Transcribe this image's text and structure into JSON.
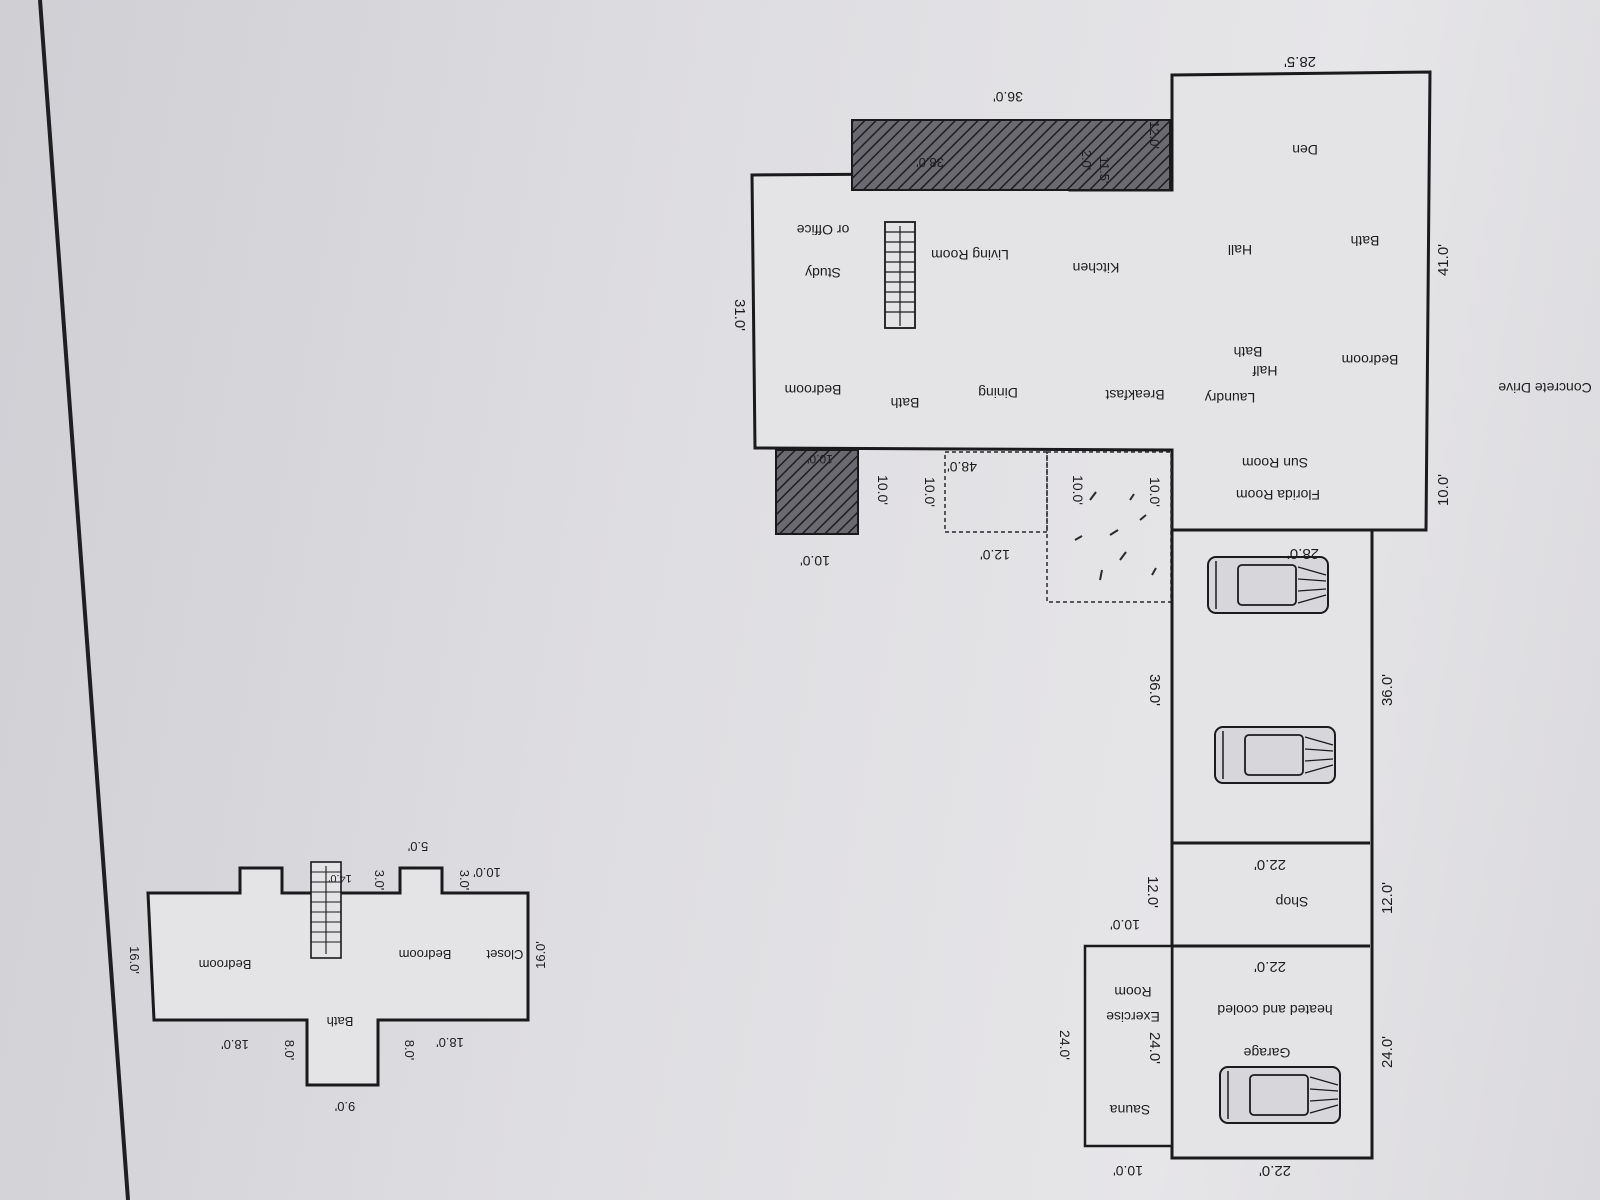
{
  "ground": {
    "concrete_drive": "Concrete Drive",
    "dims": {
      "drive_top": "28.5'",
      "deck_left": "36.0'",
      "patio_bottom": "10.0'"
    }
  },
  "main_floor": {
    "rooms": {
      "den": "Den",
      "bath1": "Bath",
      "hall": "Hall",
      "kitchen": "Kitchen",
      "living": "Living Room",
      "study": "Study",
      "office": "or Office",
      "bedroom1": "Bedroom",
      "half": "Half",
      "half_bath": "Bath",
      "laundry": "Laundry",
      "breakfast": "Breakfast",
      "dining": "Dining",
      "bath2": "Bath",
      "bedroom2": "Bedroom",
      "florida": "Florida  Room",
      "sunroom": "Sun Room"
    },
    "dims": {
      "d41": "41.0'",
      "d31": "31.0'",
      "d10a": "10.0'",
      "d10b": "10.0'",
      "d10c": "10.0'",
      "d10d": "10.0'",
      "d48": "48.0'",
      "d12": "12.0'",
      "d10e": "10.0'",
      "d28": "28.0'",
      "d115": "11.5'",
      "d20": "2.0'",
      "d120": "12.0'",
      "d380": "38.0'",
      "d100h": "10.0'"
    }
  },
  "garage": {
    "dims": {
      "d36a": "36.0'",
      "d36b": "36.0'",
      "d12a": "12.0'",
      "d12b": "12.0'",
      "d22a": "22.0'",
      "d22b": "22.0'",
      "d22c": "22.0'",
      "d24a": "24.0'",
      "d24b": "24.0'",
      "d24c": "24.0'",
      "d10a": "10.0'",
      "d10b": "10.0'"
    },
    "labels": {
      "shop": "Shop",
      "garage": "Garage",
      "heated": "heated and cooled",
      "exercise": "Exercise",
      "room": "Room",
      "sauna": "Sauna"
    }
  },
  "upper_floor": {
    "labels": {
      "bedroom1": "Bedroom",
      "bedroom2": "Bedroom",
      "closet": "Closet",
      "bath": "Bath"
    },
    "dims": {
      "d16a": "16.0'",
      "d16b": "16.0'",
      "d18a": "18.0'",
      "d18b": "18.0'",
      "d8a": "8.0'",
      "d8b": "8.0'",
      "d9": "9.0'",
      "d10": "10.0'",
      "d3a": "3.0'",
      "d3b": "3.0'",
      "d5": "5.0'",
      "d14": "14.0'"
    }
  }
}
